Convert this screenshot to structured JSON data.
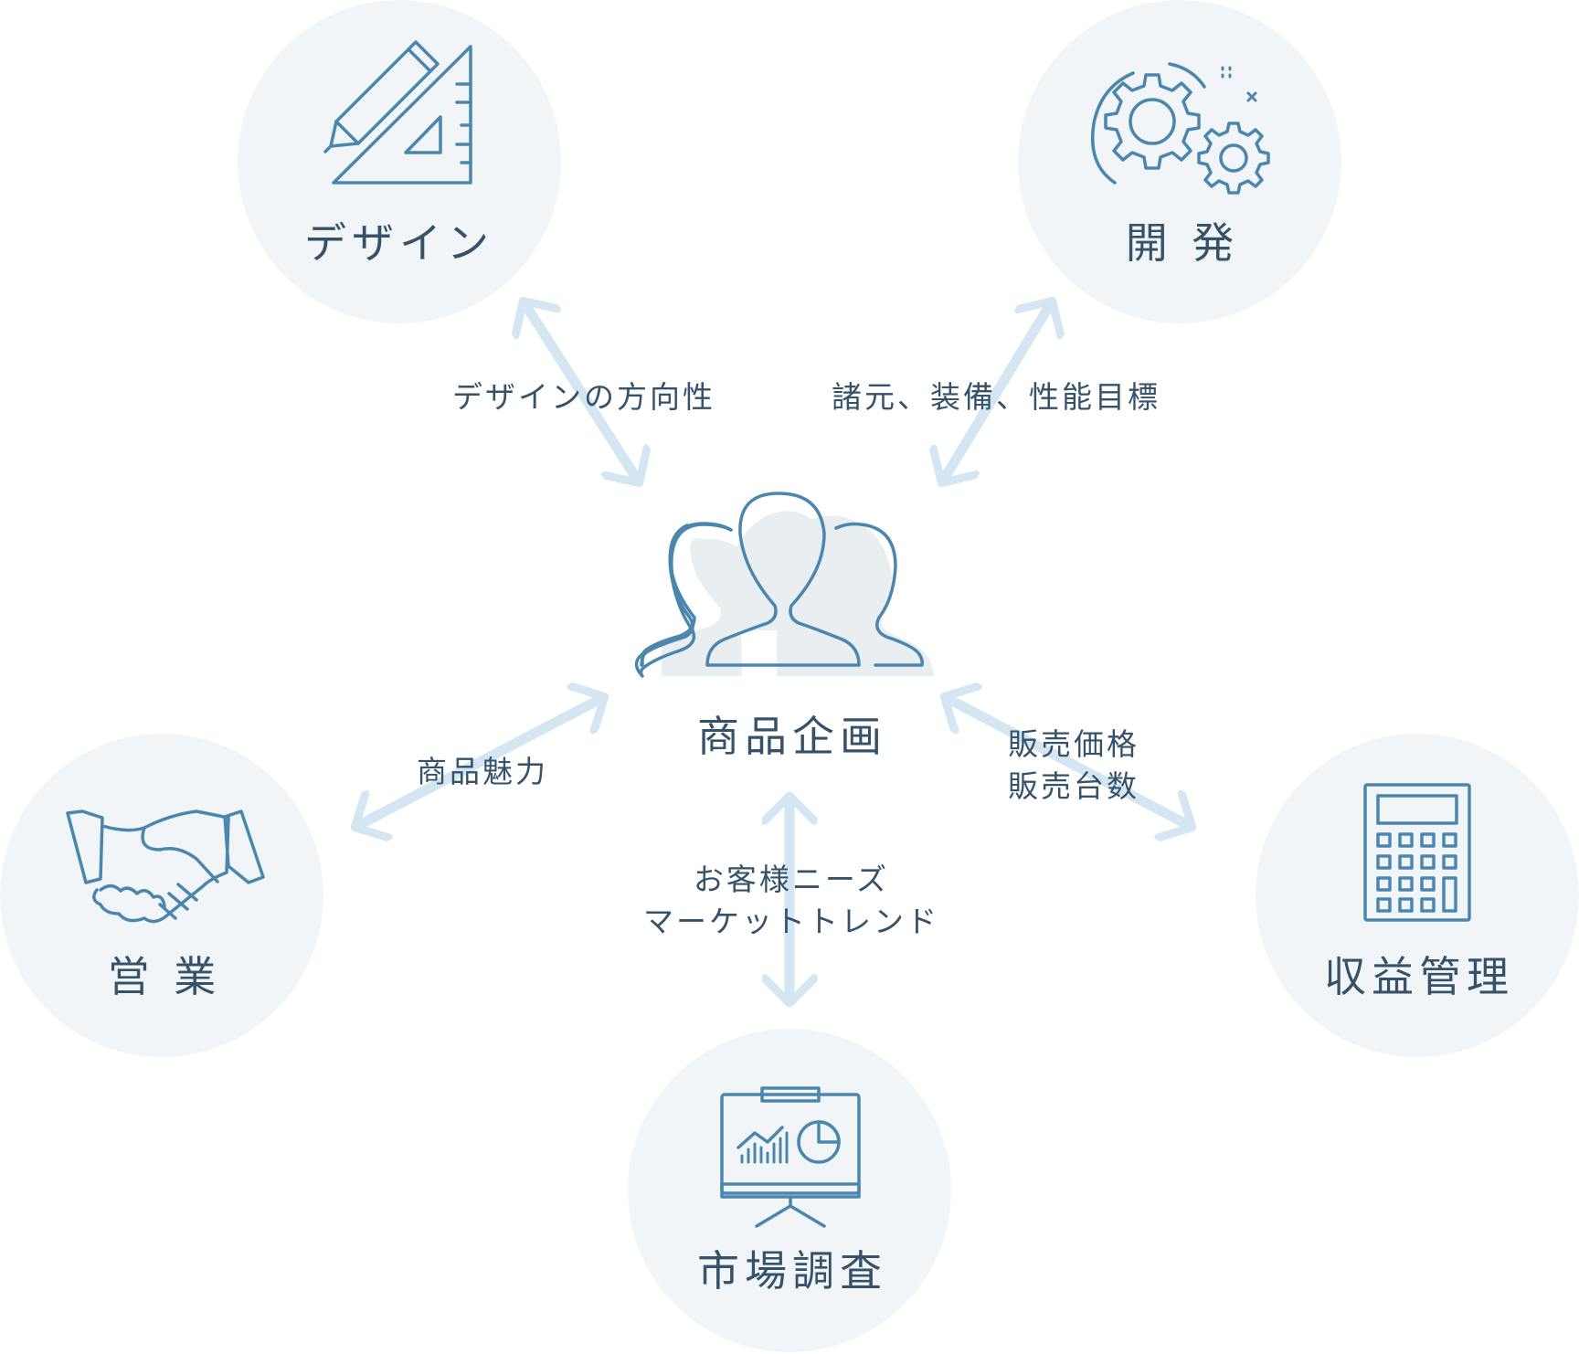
{
  "colors": {
    "circle": "#f2f5f7",
    "arrow": "#d3e6f2",
    "icon": "#4a86ad",
    "text": "#35526a"
  },
  "nodes": {
    "center": {
      "label": "商品企画",
      "icon": "people-group-icon"
    },
    "design": {
      "label": "デザイン",
      "icon": "pencil-triangle-ruler-icon"
    },
    "development": {
      "label": "開 発",
      "icon": "gears-icon"
    },
    "sales": {
      "label": "営 業",
      "icon": "handshake-icon"
    },
    "market": {
      "label": "市場調査",
      "icon": "presentation-board-icon"
    },
    "revenue": {
      "label": "収益管理",
      "icon": "calculator-icon"
    }
  },
  "edges": {
    "design": {
      "label": "デザインの方向性"
    },
    "development": {
      "label": "諸元、装備、性能目標"
    },
    "sales": {
      "label": "商品魅力"
    },
    "market": {
      "line1": "お客様ニーズ",
      "line2": "マーケットトレンド"
    },
    "revenue": {
      "line1": "販売価格",
      "line2": "販売台数"
    }
  }
}
